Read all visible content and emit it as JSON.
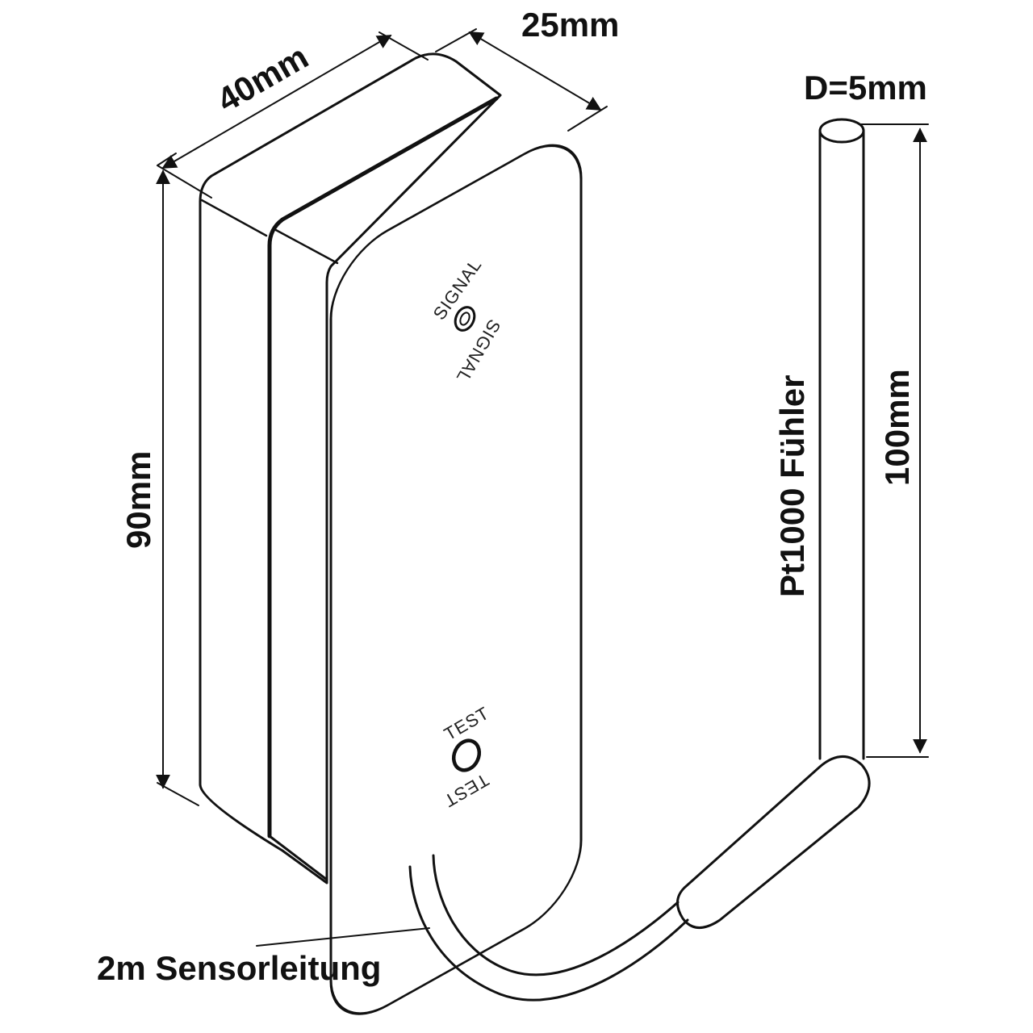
{
  "dimensions": {
    "width_label": "40mm",
    "depth_label": "25mm",
    "height_label": "90mm",
    "probe_length_label": "100mm",
    "probe_diameter_label": "D=5mm"
  },
  "labels": {
    "probe_name": "Pt1000 Fühler",
    "cable": "2m Sensorleitung",
    "signal_led": "SIGNAL",
    "test_button": "TEST"
  },
  "colors": {
    "line": "#111111",
    "background": "#ffffff"
  }
}
